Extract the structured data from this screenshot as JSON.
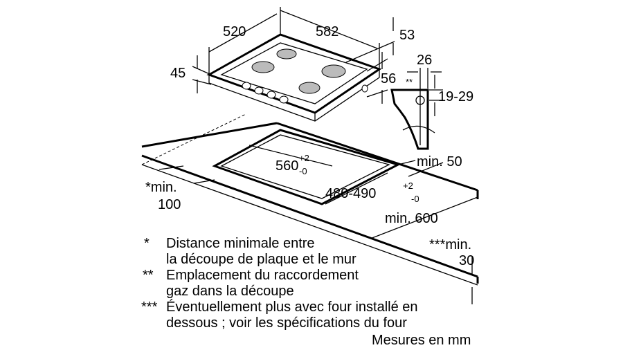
{
  "dimensions": {
    "width_520": "520",
    "depth_582": "582",
    "d53": "53",
    "d45": "45",
    "d56": "56",
    "d26": "26",
    "gas_marker": "**",
    "d19_29": "19-29",
    "cutout_width": "560",
    "cutout_width_tol_plus": "+2",
    "cutout_width_tol_minus": "-0",
    "cutout_depth": "480-490",
    "cutout_depth_tol_plus": "+2",
    "cutout_depth_tol_minus": "-0",
    "min50": "min. 50",
    "min100_label": "*min.",
    "min100_value": "100",
    "min600": "min. 600",
    "min30_label": "***min.",
    "min30_value": "30"
  },
  "notes": [
    {
      "marker": "*",
      "lines": [
        "Distance minimale entre",
        "la découpe de plaque et le mur"
      ]
    },
    {
      "marker": "**",
      "lines": [
        "Emplacement du raccordement",
        "gaz dans la découpe"
      ]
    },
    {
      "marker": "***",
      "lines": [
        "Éventuellement plus avec four installé en",
        "dessous ; voir les spécifications du four"
      ]
    }
  ],
  "units_note": "Mesures en mm"
}
